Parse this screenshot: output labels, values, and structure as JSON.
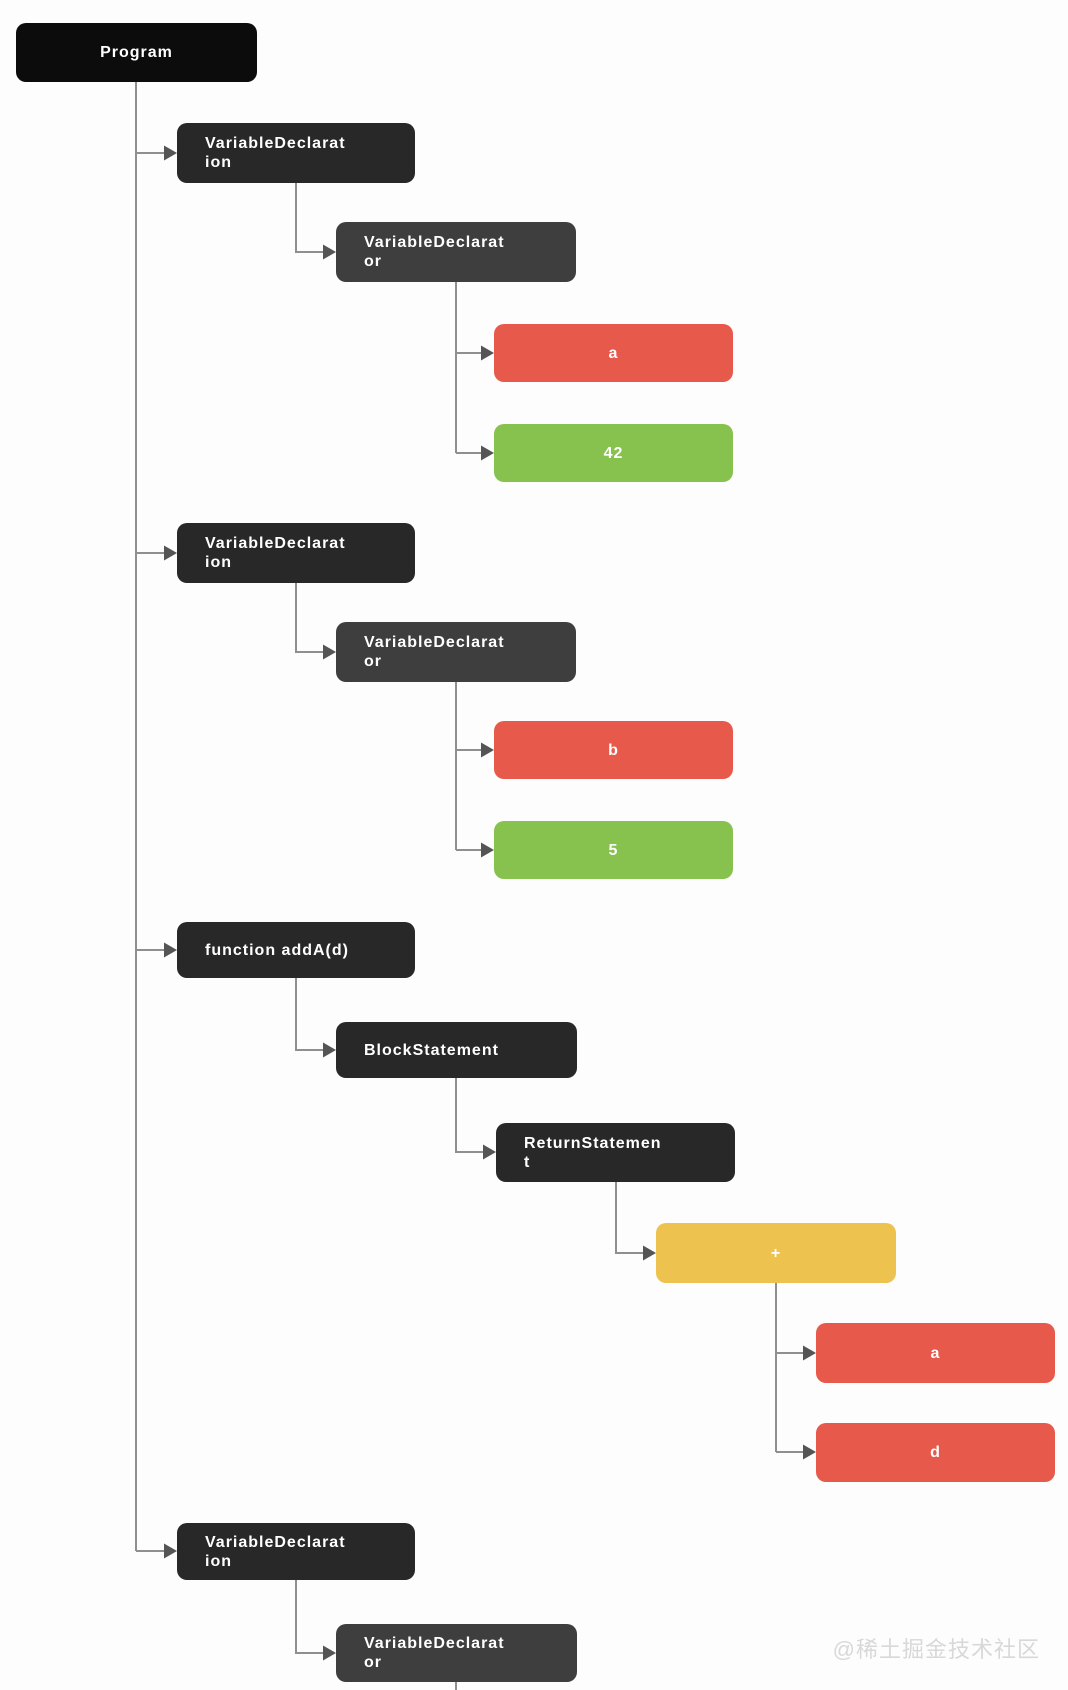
{
  "palette": {
    "root": "#0c0c0c",
    "statement": "#282828",
    "declarator": "#3e3e3e",
    "identifier": "#e7594b",
    "literal": "#87c24f",
    "operator": "#eec24e"
  },
  "connector": {
    "line_color": "#8f8f8f",
    "arrow_color": "#555555"
  },
  "nodes": [
    {
      "label": "Program",
      "kind": "root"
    },
    {
      "label": "VariableDeclarat\nion",
      "kind": "statement"
    },
    {
      "label": "VariableDeclarat\nor",
      "kind": "declarator"
    },
    {
      "label": "a",
      "kind": "identifier"
    },
    {
      "label": "42",
      "kind": "literal"
    },
    {
      "label": "VariableDeclarat\nion",
      "kind": "statement"
    },
    {
      "label": "VariableDeclarat\nor",
      "kind": "declarator"
    },
    {
      "label": "b",
      "kind": "identifier"
    },
    {
      "label": "5",
      "kind": "literal"
    },
    {
      "label": "function addA(d)",
      "kind": "statement"
    },
    {
      "label": "BlockStatement",
      "kind": "statement"
    },
    {
      "label": "ReturnStatemen\nt",
      "kind": "statement"
    },
    {
      "label": "+",
      "kind": "operator"
    },
    {
      "label": "a",
      "kind": "identifier"
    },
    {
      "label": "d",
      "kind": "identifier"
    },
    {
      "label": "VariableDeclarat\nion",
      "kind": "statement"
    },
    {
      "label": "VariableDeclarat\nor",
      "kind": "declarator"
    }
  ],
  "watermark": "@稀土掘金技术社区"
}
